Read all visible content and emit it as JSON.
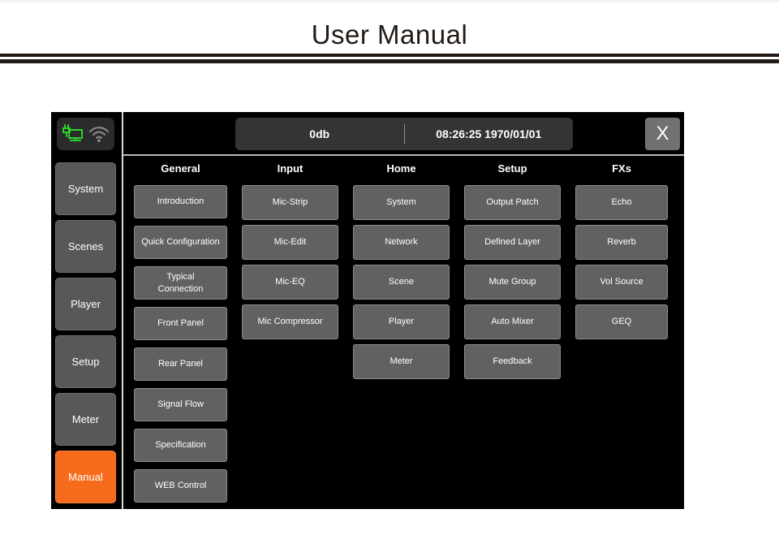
{
  "page": {
    "title": "User Manual"
  },
  "device": {
    "topbar": {
      "db_value": "0db",
      "datetime": "08:26:25 1970/01/01",
      "close_label": "X"
    },
    "sidebar": {
      "status_icons": [
        "wired-network-icon",
        "wifi-icon"
      ],
      "active_color": "#f76b1c",
      "items": [
        {
          "label": "System",
          "active": false
        },
        {
          "label": "Scenes",
          "active": false
        },
        {
          "label": "Player",
          "active": false
        },
        {
          "label": "Setup",
          "active": false
        },
        {
          "label": "Meter",
          "active": false
        },
        {
          "label": "Manual",
          "active": true
        }
      ]
    },
    "columns": [
      {
        "header": "General",
        "buttons": [
          "Introduction",
          "Quick Configuration",
          "Typical\nConnection",
          "Front Panel",
          "Rear Panel",
          "Signal Flow",
          "Specification",
          "WEB Control"
        ]
      },
      {
        "header": "Input",
        "buttons": [
          "Mic-Strip",
          "Mic-Edit",
          "Mic-EQ",
          "Mic Compressor"
        ]
      },
      {
        "header": "Home",
        "buttons": [
          "System",
          "Network",
          "Scene",
          "Player",
          "Meter"
        ]
      },
      {
        "header": "Setup",
        "buttons": [
          "Output Patch",
          "Defined Layer",
          "Mute Group",
          "Auto Mixer",
          "Feedback"
        ]
      },
      {
        "header": "FXs",
        "buttons": [
          "Echo",
          "Reverb",
          "Vol Source",
          "GEQ"
        ]
      }
    ]
  }
}
